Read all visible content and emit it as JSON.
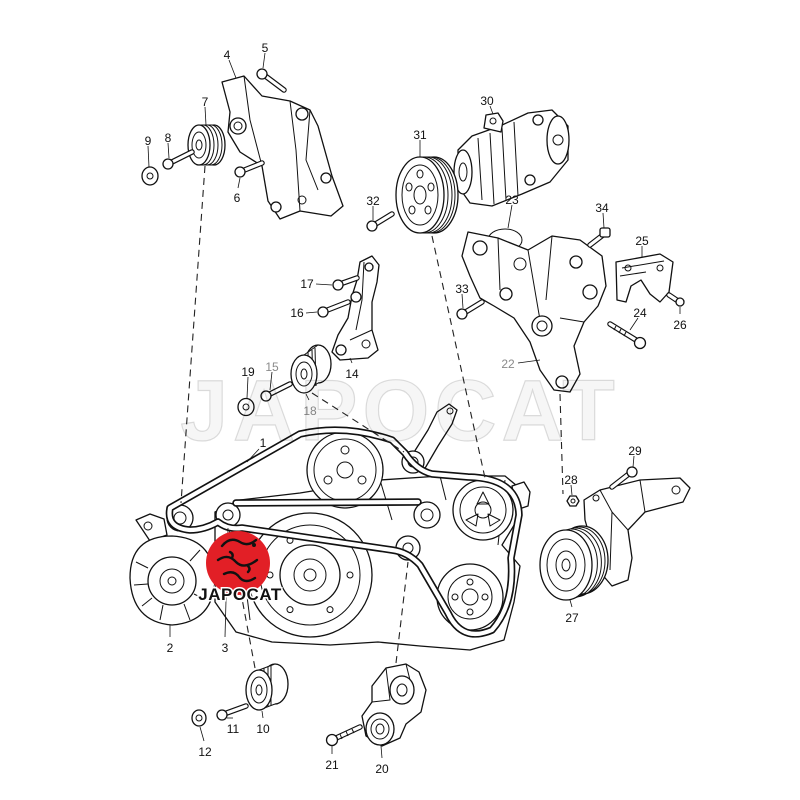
{
  "diagram": {
    "callouts": {
      "p1": "1",
      "p2": "2",
      "p3": "3",
      "p4": "4",
      "p5": "5",
      "p6": "6",
      "p7": "7",
      "p8": "8",
      "p9": "9",
      "p10": "10",
      "p11": "11",
      "p12": "12",
      "p14": "14",
      "p15": "15",
      "p16": "16",
      "p17": "17",
      "p18": "18",
      "p19": "19",
      "p20": "20",
      "p21": "21",
      "p22": "22",
      "p23": "23",
      "p24": "24",
      "p25": "25",
      "p26": "26",
      "p27": "27",
      "p28": "28",
      "p29": "29",
      "p30": "30",
      "p31": "31",
      "p32": "32",
      "p33": "33",
      "p34": "34"
    }
  },
  "watermark": {
    "text": "JAPOCAT"
  },
  "logo": {
    "text": "JAPOCAT"
  },
  "colors": {
    "line": "#111111",
    "muted_callout": "#8a8a8a",
    "logo_badge": "#e21f26",
    "background": "#ffffff"
  }
}
